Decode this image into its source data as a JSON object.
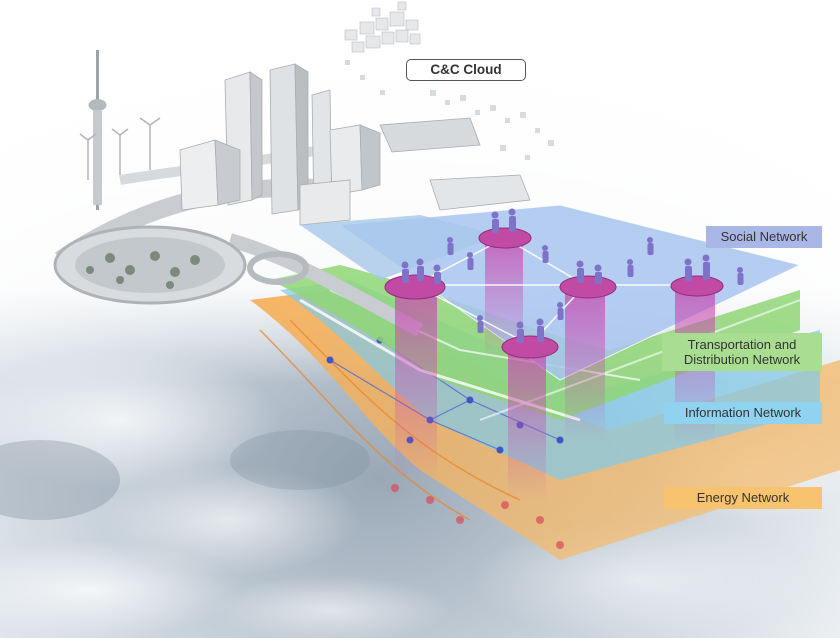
{
  "labels": {
    "cloud": "C&C Cloud",
    "social": "Social Network",
    "transport_line1": "Transportation and",
    "transport_line2": "Distribution Network",
    "information": "Information Network",
    "energy": "Energy Network"
  },
  "colors": {
    "social_layer": "#a9b6e6",
    "transport_layer": "#a9de92",
    "information_layer": "#8fd3f1",
    "energy_layer": "#f7c36e",
    "earth_cloud": "#dfe7ef",
    "hub": "#c04aa4",
    "people": "#7e73c8"
  },
  "icons": [
    "city-skyline",
    "tv-tower-icon",
    "wind-turbine-icon",
    "roundabout",
    "cloud-cubes",
    "person-icon",
    "earth-globe"
  ]
}
